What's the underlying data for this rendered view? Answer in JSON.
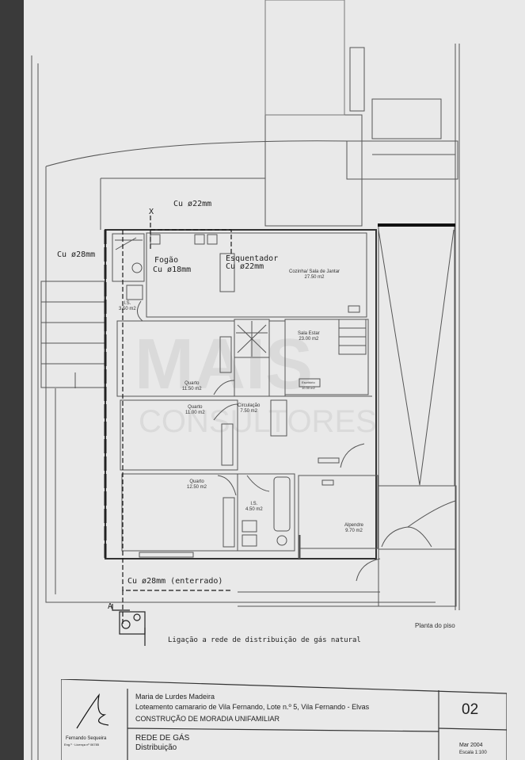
{
  "plan": {
    "pipes": {
      "cu22_top": "Cu ø22mm",
      "cu28_left": "Cu ø28mm",
      "fogao": "Fogão",
      "fogao_pipe": "Cu ø18mm",
      "esquentador": "Esquentador",
      "esquentador_pipe": "Cu ø22mm",
      "cu28_buried": "Cu ø28mm (enterrado)",
      "marker_x": "X",
      "marker_a": "A"
    },
    "rooms": [
      {
        "name": "Cozinha/ Sala de Jantar",
        "area": "27.50 m2"
      },
      {
        "name": "I.S.",
        "area": "3.50 m2"
      },
      {
        "name": "Sala Estar",
        "area": "23.00 m2"
      },
      {
        "name": "Escritório",
        "area": "10.30 m2"
      },
      {
        "name": "Quarto",
        "area": "11.50 m2"
      },
      {
        "name": "Quarto",
        "area": "11.00 m2"
      },
      {
        "name": "Circulação",
        "area": "7.50 m2"
      },
      {
        "name": "Quarto",
        "area": "12.50 m2"
      },
      {
        "name": "I.S.",
        "area": "4.50 m2"
      },
      {
        "name": "Alpendre",
        "area": "9.70 m2"
      }
    ],
    "caption": "Ligação a rede de distribuição de gás natural",
    "plan_label": "Planta do piso"
  },
  "titleblock": {
    "signature": "Fernando Sequeira",
    "license": "Eng.º · Licença nº 06785",
    "owner": "Maria de Lurdes Madeira",
    "address": "Loteamento camarario de Vila Fernando, Lote n.º 5, Vila Fernando - Elvas",
    "project": "CONSTRUÇÃO DE MORADIA UNIFAMILIAR",
    "drawing_title": "REDE DE GÁS",
    "drawing_subtitle": "Distribuição",
    "sheet_number": "02",
    "date": "Mar 2004",
    "scale": "Escala 1:100"
  },
  "watermark": {
    "line1": "MAIS",
    "line2": "CONSULTORES"
  }
}
